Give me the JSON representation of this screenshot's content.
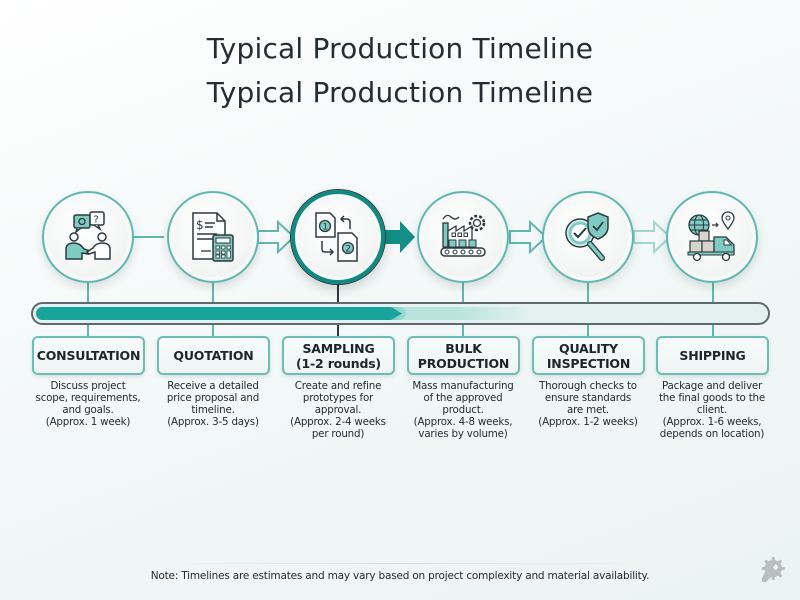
{
  "header": {
    "title_line_1": "Typical Production Timeline",
    "title_line_2": "Typical Production Timeline"
  },
  "colors": {
    "accent": "#1aa39a",
    "accent_dark": "#0f8a83",
    "accent_light": "#b9e3de",
    "connector": "#5fb8b0",
    "text": "#1f2a30",
    "background": "#f3f8f8"
  },
  "stages": [
    {
      "label": "CONSULTATION",
      "icon": "consultation-handshake-icon",
      "description": "Discuss project\nscope, requirements,\nand goals.",
      "duration": "(Approx. 1 week)",
      "active": false
    },
    {
      "label": "QUOTATION",
      "icon": "invoice-calculator-icon",
      "description": "Receive a detailed\nprice proposal and\ntimeline.",
      "duration": "(Approx. 3-5 days)",
      "active": false
    },
    {
      "label": "SAMPLING\n(1-2 rounds)",
      "icon": "sample-documents-cycle-icon",
      "description": "Create and refine\nprototypes for\napproval.",
      "duration": "(Approx. 2-4 weeks\nper round)",
      "active": true
    },
    {
      "label": "BULK\nPRODUCTION",
      "icon": "factory-conveyor-icon",
      "description": "Mass manufacturing\nof the approved\nproduct.",
      "duration": "(Approx. 4-8 weeks,\nvaries by volume)",
      "active": false
    },
    {
      "label": "QUALITY\nINSPECTION",
      "icon": "magnifier-shield-check-icon",
      "description": "Thorough checks to\nensure standards\nare met.",
      "duration": "(Approx. 1-2 weeks)",
      "active": false
    },
    {
      "label": "SHIPPING",
      "icon": "globe-delivery-truck-icon",
      "description": "Package and deliver\nthe final goods to the\nclient.",
      "duration": "(Approx. 1-6 weeks,\ndepends on location)",
      "active": false
    }
  ],
  "progress": {
    "completed_through_stage": 3,
    "dark_fill_percent": 50,
    "medium_fill_percent": 67,
    "light_fill_percent": 100
  },
  "footer": {
    "note": "Note: Timelines are estimates and may vary based on project complexity and material availability.",
    "logo_icon": "gear-wrench-icon"
  }
}
